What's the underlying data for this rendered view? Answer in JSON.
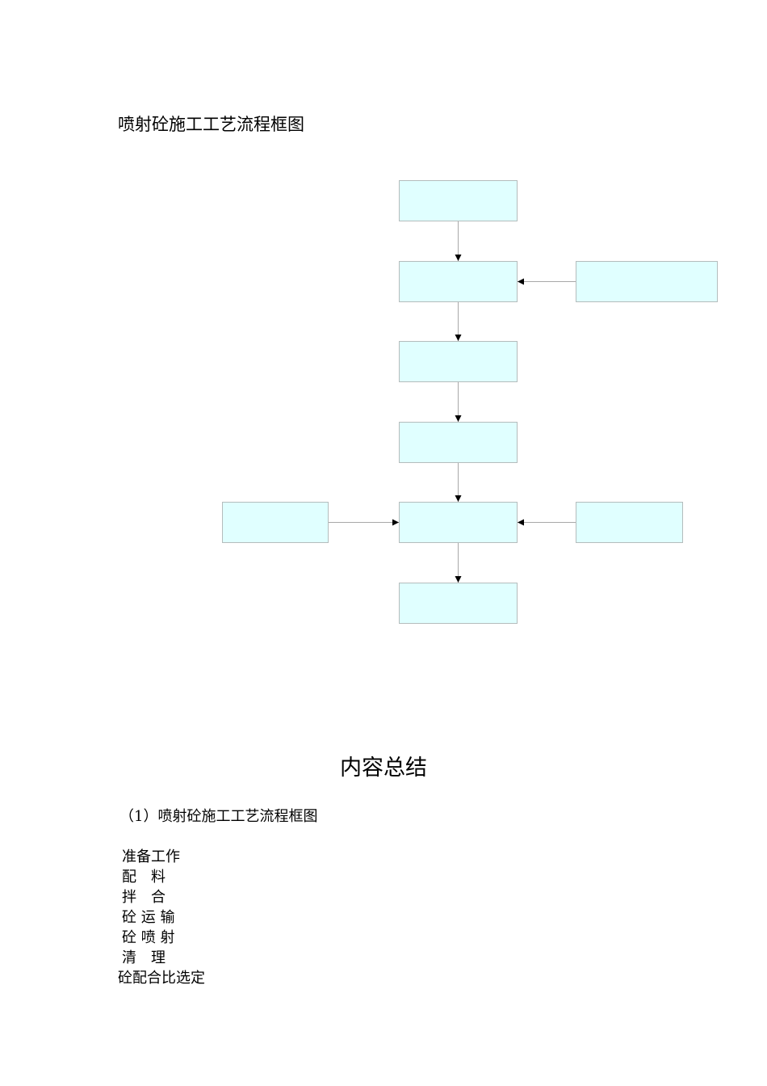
{
  "document": {
    "title": "喷射砼施工工艺流程框图",
    "summary_heading": "内容总结",
    "summary_subtitle": "（1）喷射砼施工工艺流程框图",
    "summary_items": [
      "准备工作",
      "配　料",
      "拌　合",
      "砼 运 输",
      "砼 喷 射",
      "清　理",
      "砼配合比选定"
    ]
  },
  "colors": {
    "box_fill": "#e0ffff",
    "box_stroke": "#b4bcbc",
    "arrow": "#000000",
    "line": "#a8a8a8"
  }
}
